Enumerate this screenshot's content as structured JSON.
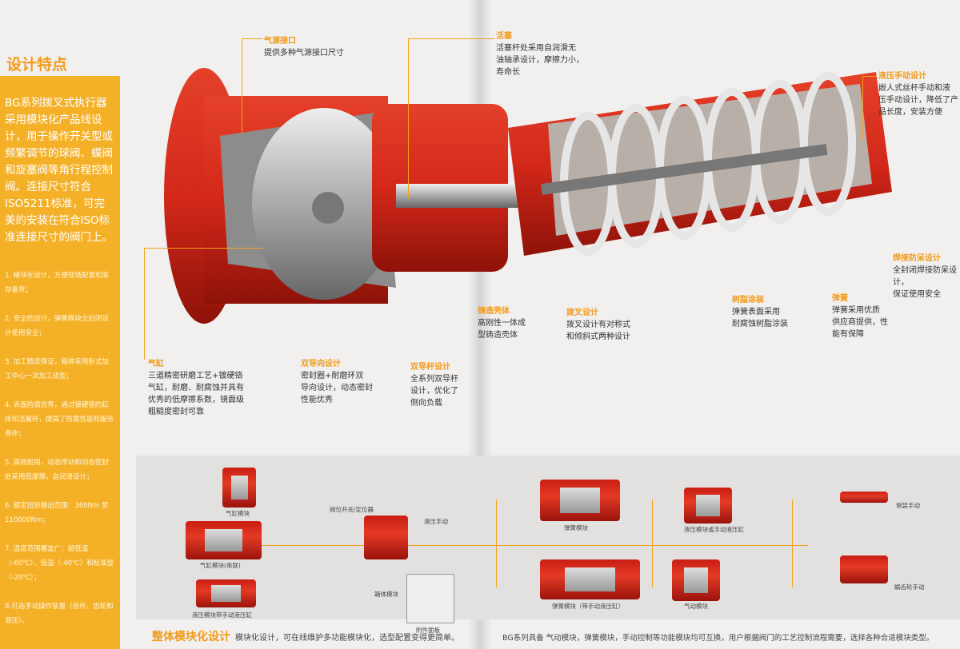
{
  "title": "设计特点",
  "intro": "BG系列拨叉式执行器采用模块化产品线设计，用于操作开关型或频繁调节的球阀、蝶阀和旋塞阀等角行程控制阀。连接尺寸符合ISO5211标准，可完美的安装在符合ISO标准连接尺寸的阀门上。",
  "features": [
    "1. 模块化设计，方便现场配置和库存备货；",
    "2. 安全的设计，弹簧模块全封闭设计使用安全；",
    "3. 加工精度保证，箱体采用卧式加工中心一次加工成型；",
    "4. 表面防腐优秀，通过镀硬铬的缸体和活塞杆，提高了防腐性能和服务寿命；",
    "5. 高效耐用，动态传动和动态密封处采用低摩擦，自润滑设计；",
    "6. 额定扭矩输出范围：360Nm 至 110000Nm；",
    "7. 温度范围覆盖广：超低温（-60℃）、低温（-40℃）和标准型（-20℃）；",
    "8.可选手动操作装置（丝杆、齿轮和液压）。"
  ],
  "callouts": {
    "air": {
      "h": "气源接口",
      "d": "提供多种气源接口尺寸"
    },
    "piston": {
      "h": "活塞",
      "d": [
        "活塞杆处采用自润滑无",
        "油轴承设计，摩擦力小，",
        "寿命长"
      ]
    },
    "hydraulic": {
      "h": "液压手动设计",
      "d": [
        "嵌人式丝杆手动和液",
        "压手动设计，降低了产",
        "品长度，安装方便"
      ]
    },
    "weld": {
      "h": "焊接防呆设计",
      "d": [
        "全封闭焊接防呆设计，",
        "保证使用安全"
      ]
    },
    "spring": {
      "h": "弹簧",
      "d": [
        "弹簧采用优质",
        "供应商提供，性",
        "能有保障"
      ]
    },
    "resin": {
      "h": "树脂涂装",
      "d": [
        "弹簧表面采用",
        "耐腐蚀树脂涂装"
      ]
    },
    "fork": {
      "h": "拨叉设计",
      "d": [
        "拨叉设计有对称式",
        "和倾斜式两种设计"
      ]
    },
    "cast": {
      "h": "铸造壳体",
      "d": [
        "高刚性一体成",
        "型铸造壳体"
      ]
    },
    "rod": {
      "h": "双导杆设计",
      "d": [
        "全系列双导杆",
        "设计，优化了",
        "侧向负载"
      ]
    },
    "guide": {
      "h": "双导向设计",
      "d": [
        "密封圈+耐磨环双",
        "导向设计，动态密封",
        "性能优秀"
      ]
    },
    "cylinder": {
      "h": "气缸",
      "d": [
        "三道精密研磨工艺+镀硬铬",
        "气缸，耐磨、耐腐蚀并具有",
        "优秀的低摩擦系数，镜面级",
        "粗糙度密封可靠"
      ]
    }
  },
  "modules": {
    "m1": "气缸模块",
    "m2": "气缸模块(串联)",
    "m3": "液压模块带手动液压缸",
    "m4": "阀位开关/定位器",
    "m5": "液压手动",
    "m6": "箱体模块",
    "m7": "附件面板",
    "m8": "弹簧模块",
    "m9": "液压模块或手动液压缸",
    "m10": "弹簧模块（带手动液压缸）",
    "m11": "气动模块",
    "m12": "侧装手动",
    "m13": "蜗齿轮手动"
  },
  "footer": {
    "title": "整体模块化设计",
    "left": "模块化设计，可在线维护多功能模块化，选型配置变得更简单。",
    "right": "BG系列具备 气动模块，弹簧模块，手动控制等功能模块均可互换，用户根据阀门的工艺控制流程需要，选择各种合适模块类型。"
  }
}
